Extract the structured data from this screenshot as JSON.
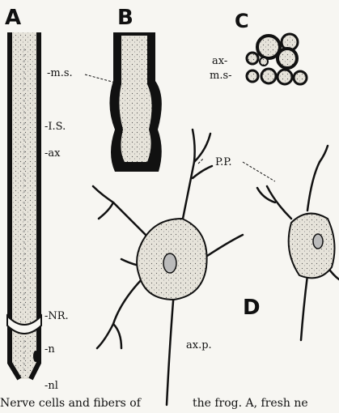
{
  "panels": {
    "A": "A",
    "B": "B",
    "C": "C",
    "D": "D"
  },
  "labels": {
    "ms_a": "-m.s.",
    "is": "-I.S.",
    "ax_a": "-ax",
    "nr": "-NR.",
    "n": "-n",
    "nl": "-nl",
    "ax_c": "ax-",
    "ms_c": "m.s-",
    "pp": "P.P.",
    "axp": "ax.p."
  },
  "caption": {
    "left": "Nerve cells and fibers of",
    "right": "the frog.  A, fresh ne"
  },
  "colors": {
    "ink": "#111111",
    "paper": "#f7f6f2",
    "stipple": "#e2dfd6"
  }
}
